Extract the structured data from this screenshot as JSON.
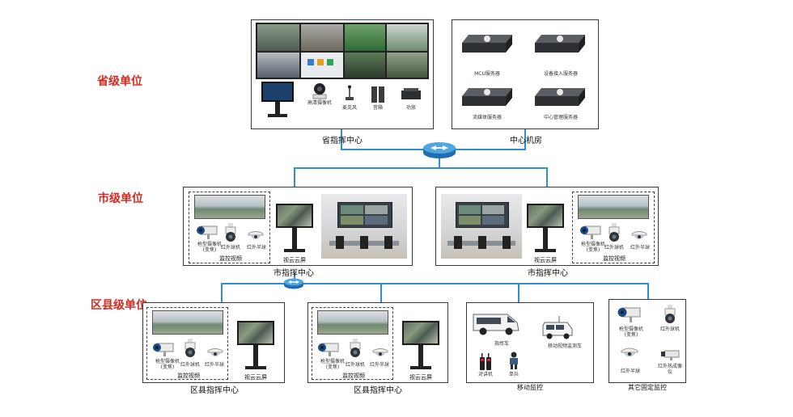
{
  "levels": {
    "province": "省级单位",
    "city": "市级单位",
    "county": "区县级单位"
  },
  "province_center": {
    "caption": "省指挥中心",
    "devices": {
      "camera": "高清摄像机",
      "mic": "麦克风",
      "speaker": "音箱",
      "amp": "功放"
    }
  },
  "data_center": {
    "caption": "中心机房",
    "servers": [
      "MCU服务器",
      "设备接入服务器",
      "流媒体服务器",
      "中心管理服务器"
    ]
  },
  "city_left": {
    "caption": "市指挥中心",
    "monitor_label": "监控视频",
    "cloud_label": "视云云屏",
    "cam_gun": "枪型摄像机(变焦)",
    "cam_ptz": "红外球机",
    "cam_dome": "红外半球"
  },
  "city_right": {
    "caption": "市指挥中心",
    "monitor_label": "监控视频",
    "cloud_label": "视云云屏",
    "cam_gun": "枪型摄像机(变焦)",
    "cam_ptz": "红外球机",
    "cam_dome": "红外半球"
  },
  "county_1": {
    "caption": "区县指挥中心",
    "monitor_label": "监控视频",
    "cloud_label": "视云云屏",
    "cam_gun": "枪型摄像机(变焦)",
    "cam_ptz": "红外球机",
    "cam_dome": "红外半球"
  },
  "county_2": {
    "caption": "区县指挥中心",
    "monitor_label": "监控视频",
    "cloud_label": "视云云屏",
    "cam_gun": "枪型摄像机(变焦)",
    "cam_ptz": "红外球机",
    "cam_dome": "红外半球"
  },
  "mobile": {
    "caption": "移动监控",
    "command_car": "指挥车",
    "video_car": "移动视频监测车",
    "walkie": "对讲机",
    "soldier": "单兵"
  },
  "fixed": {
    "caption": "其它固定监控",
    "cam_gun": "枪型摄像机(变焦)",
    "cam_ptz": "红外球机",
    "cam_dome": "红外半球",
    "cam_thermal": "红外热成像仪"
  },
  "colors": {
    "level_text": "#d42a22",
    "network_line": "#2f8fd0"
  }
}
